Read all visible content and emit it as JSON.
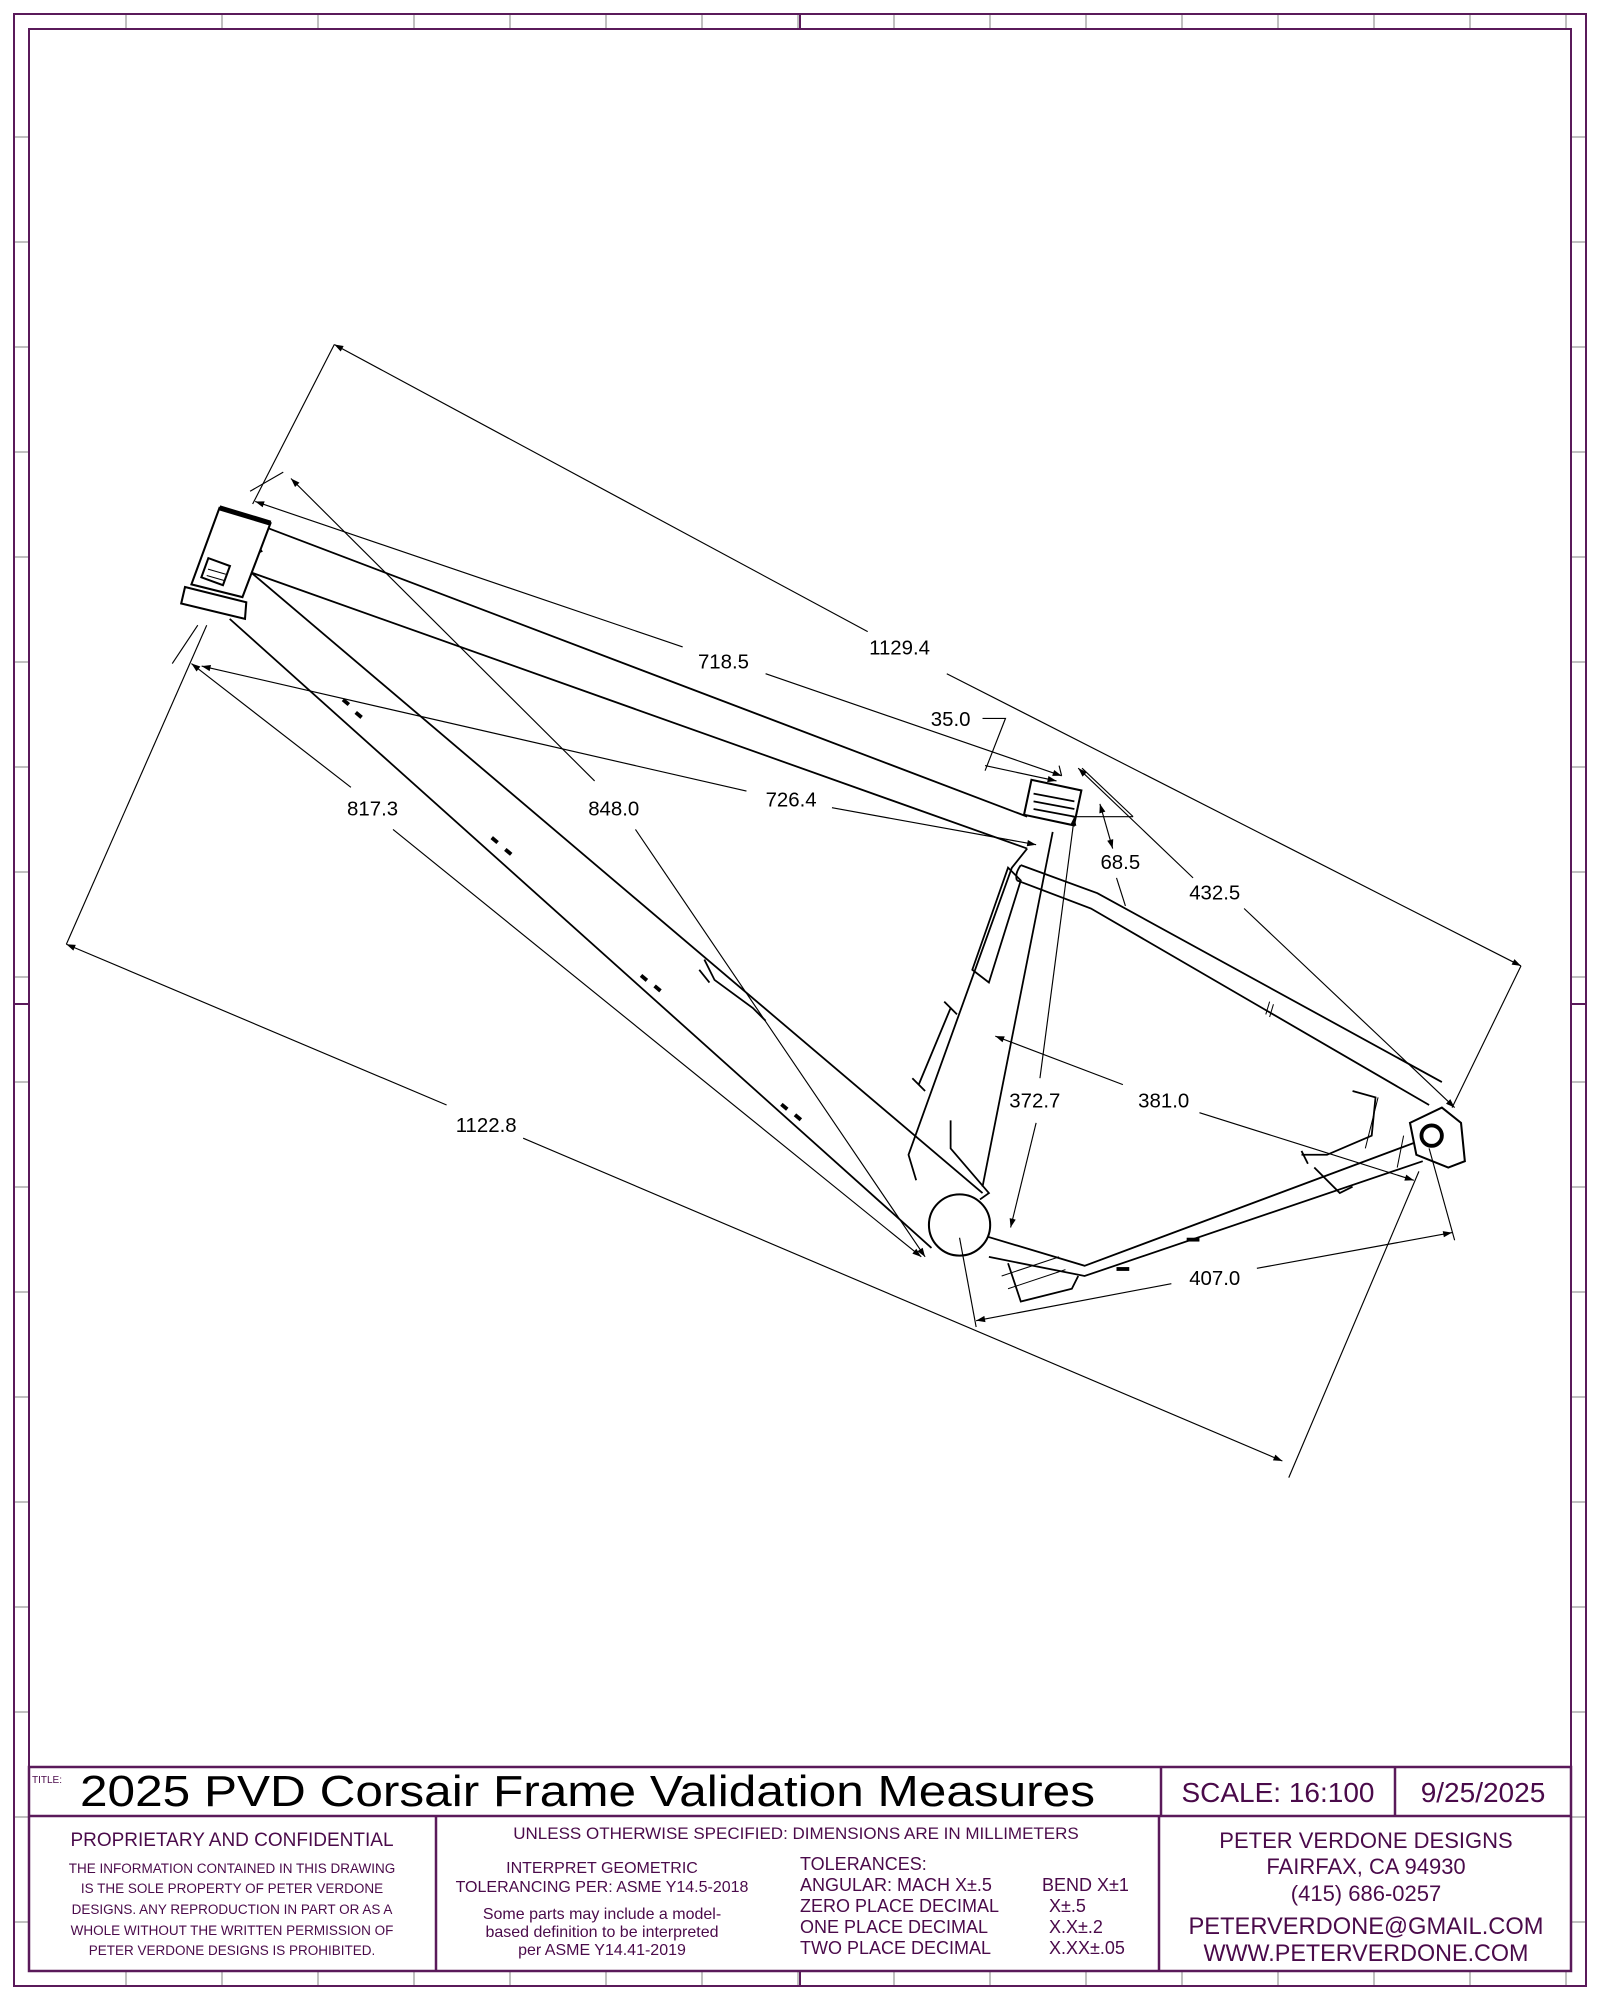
{
  "drawing": {
    "dimensions": {
      "wheelbase_diag": "1129.4",
      "top_tube": "718.5",
      "seat_offset": "35.0",
      "seat_clamp": "68.5",
      "seat_stay": "432.5",
      "effective_tt": "726.4",
      "down_tube": "848.0",
      "stack_reach": "817.3",
      "overall": "1122.8",
      "seat_tube": "372.7",
      "bb_drop": "381.0",
      "chainstay": "407.0"
    }
  },
  "title_block": {
    "title_label": "TITLE:",
    "title": "2025 PVD Corsair Frame Validation Measures",
    "scale": "SCALE: 16:100",
    "date": "9/25/2025",
    "proprietary": {
      "heading": "PROPRIETARY AND CONFIDENTIAL",
      "lines": [
        "THE INFORMATION CONTAINED IN THIS DRAWING",
        "IS THE SOLE PROPERTY OF PETER VERDONE",
        "DESIGNS.  ANY  REPRODUCTION IN PART OR AS A",
        "WHOLE WITHOUT THE WRITTEN PERMISSION OF",
        "PETER VERDONE DESIGNS IS PROHIBITED."
      ]
    },
    "units_note": "UNLESS OTHERWISE SPECIFIED: DIMENSIONS ARE IN MILLIMETERS",
    "gdt": [
      "INTERPRET GEOMETRIC",
      "TOLERANCING PER: ASME Y14.5-2018"
    ],
    "mbd": [
      "Some parts may include a model-",
      "based definition to be interpreted",
      "per ASME Y14.41-2019"
    ],
    "tolerances": {
      "heading": "TOLERANCES:",
      "rows": [
        {
          "label": "ANGULAR: MACH X±.5",
          "value": "BEND X±1"
        },
        {
          "label": "ZERO PLACE DECIMAL",
          "value": "X±.5"
        },
        {
          "label": "ONE PLACE DECIMAL",
          "value": "X.X±.2"
        },
        {
          "label": "TWO PLACE DECIMAL",
          "value": "X.XX±.05"
        }
      ]
    },
    "company": {
      "name": "PETER VERDONE DESIGNS",
      "city": "FAIRFAX, CA 94930",
      "phone": "(415) 686-0257",
      "email": "PETERVERDONE@GMAIL.COM",
      "web": "WWW.PETERVERDONE.COM"
    }
  },
  "colors": {
    "border": "#5a1a5a",
    "text": "#4a0a4a",
    "zone_ticks": "#c0c0c0"
  }
}
